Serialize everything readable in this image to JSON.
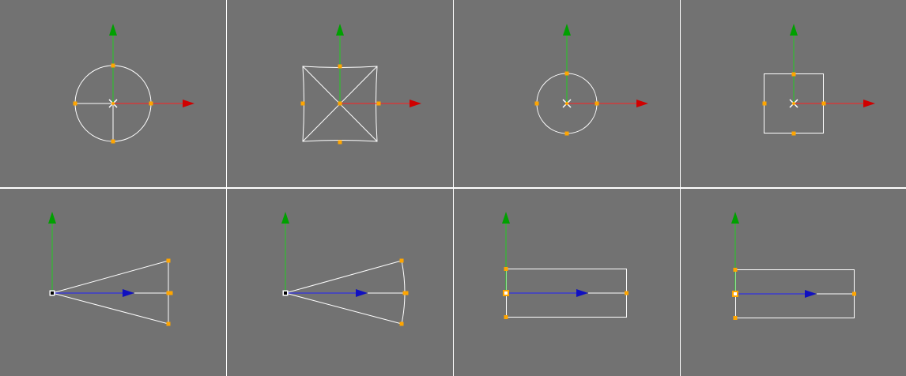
{
  "viewport": {
    "background_color": "#727272",
    "separator_color": "#ffffff"
  },
  "colors": {
    "y_axis": "#22cc22",
    "y_arrowhead": "#00a000",
    "x_axis": "#ff2020",
    "x_arrowhead": "#d00000",
    "z_axis": "#2020ff",
    "z_arrowhead": "#1010c0",
    "outline": "#ffffff",
    "handle": "#ffa500"
  },
  "panels": [
    {
      "name": "circle-shape-panel",
      "shape": "circle",
      "axes": [
        "y",
        "x"
      ]
    },
    {
      "name": "square-pillow-shape-panel",
      "shape": "square-pillow",
      "axes": [
        "y",
        "x"
      ]
    },
    {
      "name": "small-circle-shape-panel",
      "shape": "circle-small",
      "axes": [
        "y",
        "x"
      ]
    },
    {
      "name": "small-square-shape-panel",
      "shape": "square-small",
      "axes": [
        "y",
        "x"
      ]
    },
    {
      "name": "cone-triangle-shape-panel",
      "shape": "triangle",
      "axes": [
        "y",
        "z"
      ]
    },
    {
      "name": "cone-arc-shape-panel",
      "shape": "sector",
      "axes": [
        "y",
        "z"
      ]
    },
    {
      "name": "box-shape-panel",
      "shape": "rectangle",
      "axes": [
        "y",
        "z"
      ]
    },
    {
      "name": "box-shape-alt-panel",
      "shape": "rectangle",
      "axes": [
        "y",
        "z"
      ]
    }
  ]
}
